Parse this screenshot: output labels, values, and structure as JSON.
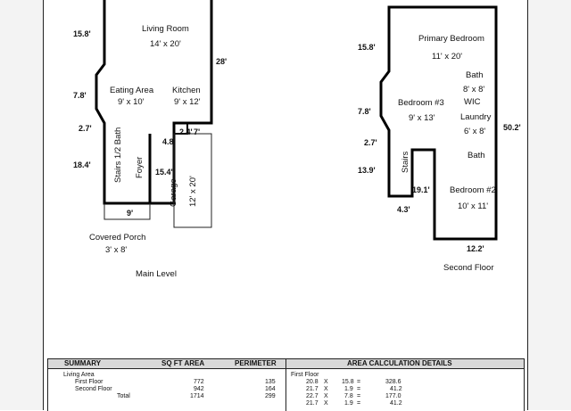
{
  "main_level": {
    "caption": "Main Level",
    "rooms": {
      "living_name": "Living Room",
      "living_size": "14' x 20'",
      "eating_name": "Eating Area",
      "eating_size": "9' x 10'",
      "kitchen_name": "Kitchen",
      "kitchen_size": "9' x 12'",
      "stairs_bath": "Stairs 1/2 Bath",
      "foyer": "Foyer",
      "garage_name": "Garage",
      "garage_size": "12' x 20'",
      "porch_name": "Covered Porch",
      "porch_size": "3' x 8'"
    },
    "dims": {
      "d1": "15.8'",
      "d2": "7.8'",
      "d3": "2.7'",
      "d4": "18.4'",
      "d5": "28'",
      "d6": "2.4'",
      "d7": "7'",
      "d8": "4.8'",
      "d9": "15.4'",
      "d10": "9'"
    }
  },
  "second_floor": {
    "caption": "Second Floor",
    "rooms": {
      "primary_name": "Primary Bedroom",
      "primary_size": "11' x 20'",
      "bath1_name": "Bath",
      "bath1_size": "8' x 8'",
      "wic": "WIC",
      "laundry_name": "Laundry",
      "laundry_size": "6' x 8'",
      "bed3_name": "Bedroom #3",
      "bed3_size": "9' x 13'",
      "bath2_name": "Bath",
      "stairs": "Stairs",
      "bed2_name": "Bedroom #2",
      "bed2_size": "10' x 11'"
    },
    "dims": {
      "d1": "15.8'",
      "d2": "7.8'",
      "d3": "2.7'",
      "d4": "13.9'",
      "d5": "4.3'",
      "d6": "19.1'",
      "d7": "12.2'",
      "d8": "50.2'"
    }
  },
  "summary_table": {
    "headers": {
      "summary": "SUMMARY",
      "sqft": "SQ FT AREA",
      "perimeter": "PERIMETER",
      "details": "AREA CALCULATION DETAILS"
    },
    "living_area": "Living Area",
    "rows": [
      {
        "label": "First Floor",
        "sqft": "772",
        "perimeter": "135"
      },
      {
        "label": "Second Floor",
        "sqft": "942",
        "perimeter": "164"
      },
      {
        "label": "Total",
        "sqft": "1714",
        "perimeter": "299"
      }
    ],
    "details_title": "First Floor",
    "calc": [
      {
        "a": "20.8",
        "op": "X",
        "b": "15.8",
        "eq": "=",
        "r": "328.6"
      },
      {
        "a": "21.7",
        "op": "X",
        "b": "1.9",
        "eq": "=",
        "r": "41.2"
      },
      {
        "a": "22.7",
        "op": "X",
        "b": "7.8",
        "eq": "=",
        "r": "177.0"
      },
      {
        "a": "21.7",
        "op": "X",
        "b": "1.9",
        "eq": "=",
        "r": "41.2"
      }
    ]
  }
}
